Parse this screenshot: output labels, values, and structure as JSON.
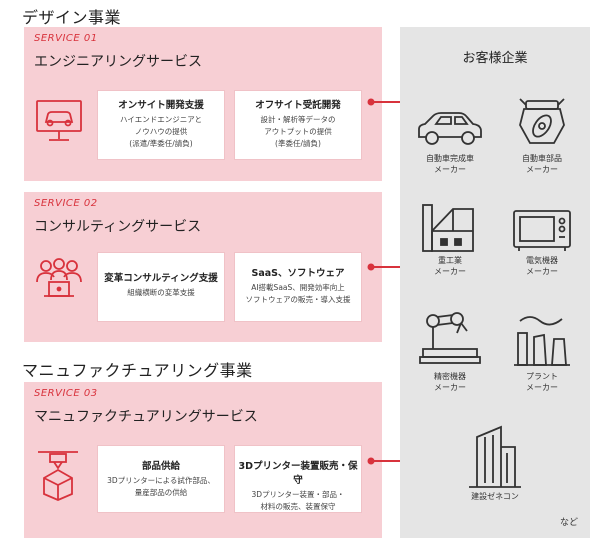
{
  "headings": {
    "design": "デザイン事業",
    "manufacturing": "マニュファクチュアリング事業"
  },
  "services": [
    {
      "tag": "SERVICE 01",
      "title": "エンジニアリングサービス",
      "icon": "car-monitor-icon",
      "cards": [
        {
          "title": "オンサイト開発支援",
          "desc": "ハイエンドエンジニアと\nノウハウの提供\n(派遣/準委任/請負)"
        },
        {
          "title": "オフサイト受託開発",
          "desc": "設計・解析等データの\nアウトプットの提供\n(準委任/請負)"
        }
      ]
    },
    {
      "tag": "SERVICE 02",
      "title": "コンサルティングサービス",
      "icon": "team-consulting-icon",
      "cards": [
        {
          "title": "変革コンサルティング支援",
          "desc": "組織横断の変革支援"
        },
        {
          "title": "SaaS、ソフトウェア",
          "desc": "AI搭載SaaS、開発効率向上\nソフトウェアの販売・導入支援"
        }
      ]
    },
    {
      "tag": "SERVICE 03",
      "title": "マニュファクチュアリングサービス",
      "icon": "3d-printer-icon",
      "cards": [
        {
          "title": "部品供給",
          "desc": "3Dプリンターによる試作部品、\n量産部品の供給"
        },
        {
          "title": "3Dプリンター装置販売・保守",
          "desc": "3Dプリンター装置・部品・\n材料の販売、装置保守"
        }
      ]
    }
  ],
  "customers": {
    "title": "お客様企業",
    "items": [
      {
        "label": "自動車完成車\nメーカー",
        "icon": "car-icon"
      },
      {
        "label": "自動車部品\nメーカー",
        "icon": "engine-parts-icon"
      },
      {
        "label": "重工業\nメーカー",
        "icon": "factory-icon"
      },
      {
        "label": "電気機器\nメーカー",
        "icon": "microwave-icon"
      },
      {
        "label": "精密機器\nメーカー",
        "icon": "robot-arm-icon"
      },
      {
        "label": "プラント\nメーカー",
        "icon": "plant-icon"
      },
      {
        "label": "建設ゼネコン",
        "icon": "building-icon"
      }
    ],
    "etc": "など"
  },
  "colors": {
    "accent": "#d8323c",
    "band": "#f7cfd4",
    "panel": "#e5e5e5",
    "icon": "#333333"
  }
}
